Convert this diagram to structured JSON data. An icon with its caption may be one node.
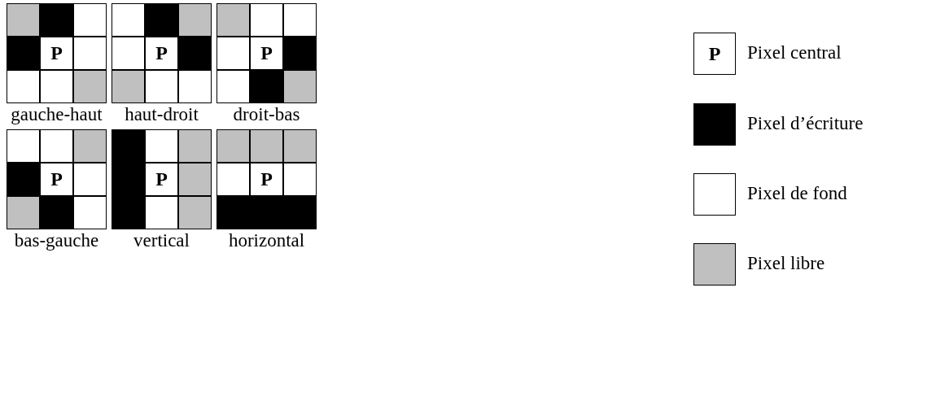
{
  "diagram": {
    "nodes": [
      {
        "text": [
          "P"
        ],
        "beside": [
          "gauche-haut"
        ]
      },
      {
        "text": [
          "P"
        ],
        "beside": [
          "haut-droit"
        ]
      },
      {
        "text": [
          "P"
        ],
        "beside": [
          "droit-bas"
        ]
      },
      {
        "text": [
          "P"
        ],
        "beside": [
          "bas-gauche"
        ]
      },
      {
        "text": [
          "P"
        ],
        "beside": [
          "vertical"
        ]
      },
      {
        "text": [
          "P"
        ],
        "beside": [
          "horizontal"
        ]
      }
    ],
    "edges": [],
    "labels": [
      "P"
    ],
    "legend": [
      {
        "text": "Pixel central"
      },
      {
        "text": "Pixel d’écriture",
        "color": "#000000"
      },
      {
        "text": "Pixel de fond",
        "color": "#ffffff"
      },
      {
        "text": "Pixel libre",
        "color": "#c0c0c0"
      }
    ]
  }
}
